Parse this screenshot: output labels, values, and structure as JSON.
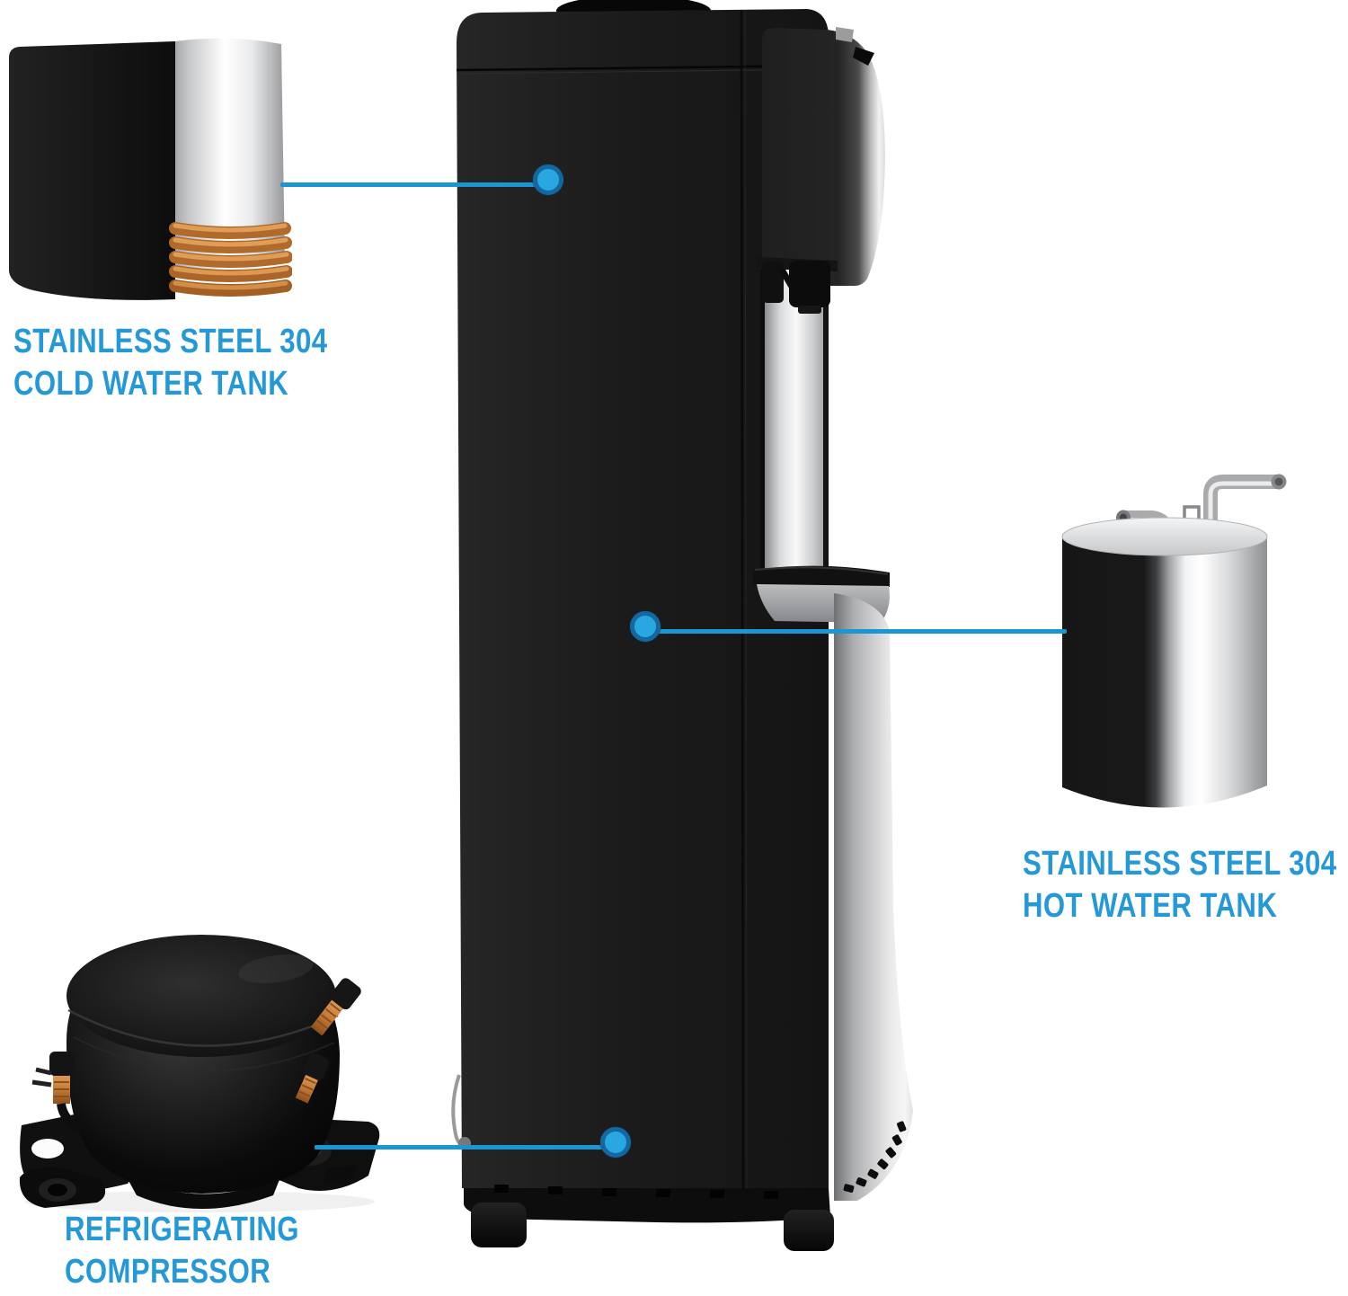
{
  "colors": {
    "background": "#ffffff",
    "accent-blue": "#2599d7",
    "line-blue": "#1b96d2",
    "dot-fill": "#29a7e0",
    "dot-ring": "#15689f",
    "copper": "#c57b36",
    "steel-light": "#f4f5f6",
    "body-black": "#1a1a1a"
  },
  "callouts": {
    "cold": {
      "line1": "STAINLESS STEEL 304",
      "line2": "COLD WATER TANK"
    },
    "hot": {
      "line1": "STAINLESS STEEL 304",
      "line2": "HOT WATER TANK"
    },
    "compressor": {
      "line1": "REFRIGERATING",
      "line2": "COMPRESSOR"
    }
  }
}
